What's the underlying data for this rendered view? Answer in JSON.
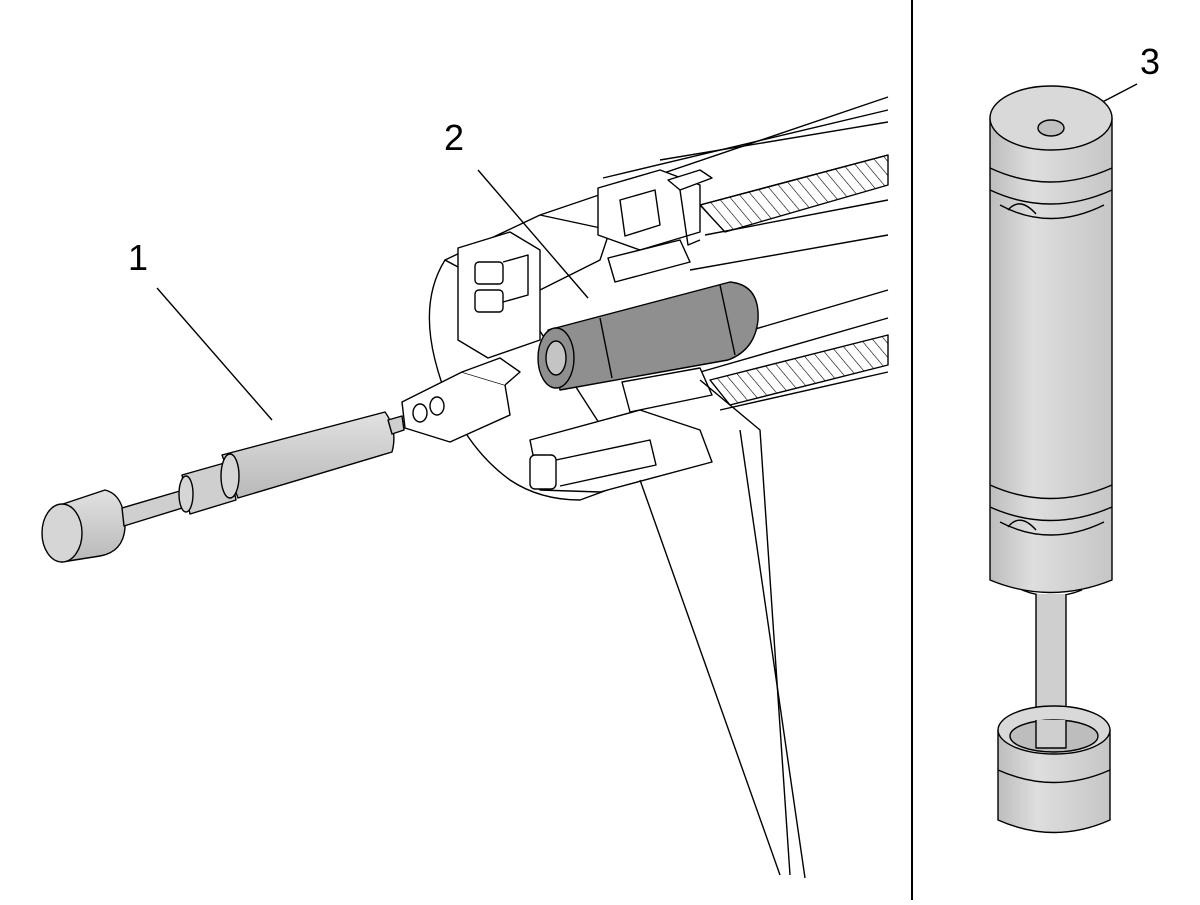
{
  "callouts": {
    "c1": "1",
    "c2": "2",
    "c3": "3"
  },
  "colors": {
    "line": "#000000",
    "metal_light": "#d6d6d6",
    "metal_mid": "#c4c4c4",
    "metal_dark": "#8f8f8f",
    "hatch": "#000000",
    "background": "#ffffff"
  }
}
